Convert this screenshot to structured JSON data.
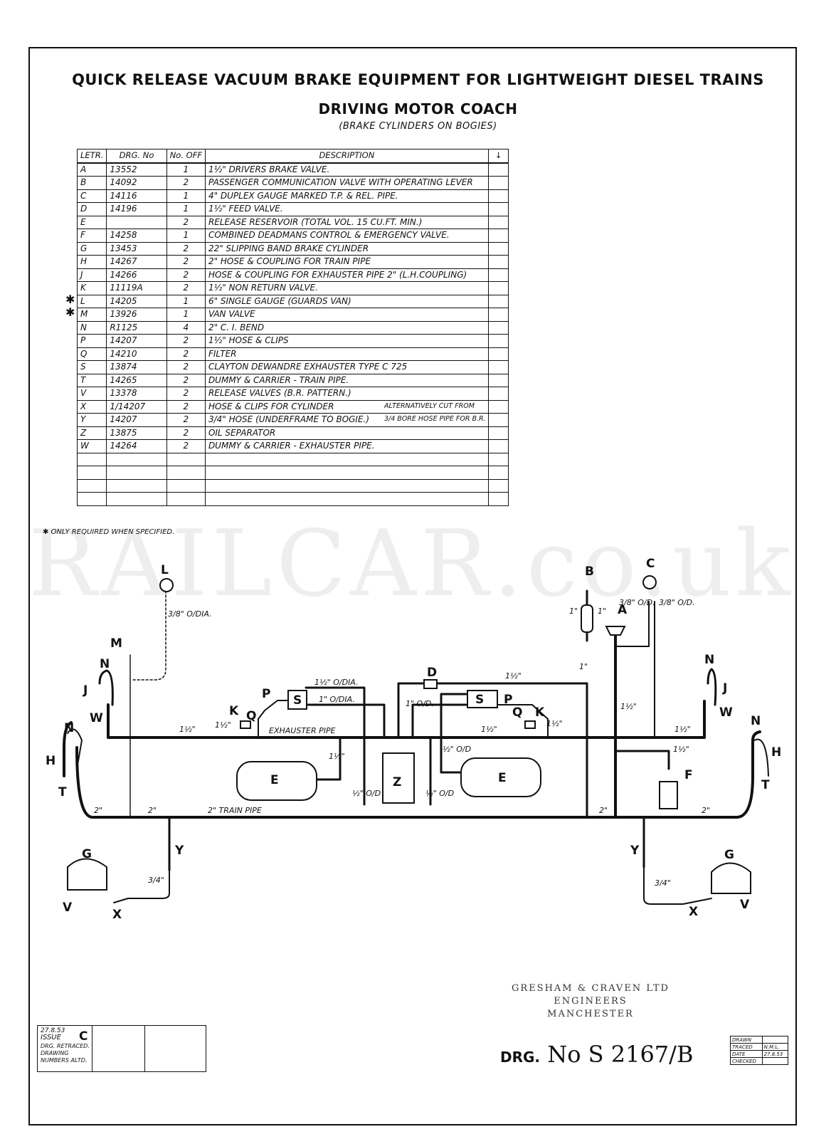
{
  "header": {
    "title": "QUICK RELEASE VACUUM BRAKE EQUIPMENT FOR LIGHTWEIGHT DIESEL TRAINS",
    "subtitle": "DRIVING MOTOR COACH",
    "note": "(BRAKE CYLINDERS ON BOGIES)"
  },
  "table": {
    "headers": [
      "LETR.",
      "DRG. No",
      "No. OFF",
      "DESCRIPTION",
      "↓"
    ],
    "rows": [
      {
        "let": "A",
        "drg": "13552",
        "off": "1",
        "desc": "1½\" DRIVERS BRAKE VALVE."
      },
      {
        "let": "B",
        "drg": "14092",
        "off": "2",
        "desc": "PASSENGER COMMUNICATION VALVE WITH OPERATING LEVER"
      },
      {
        "let": "C",
        "drg": "14116",
        "off": "1",
        "desc": "4\" DUPLEX GAUGE MARKED T.P. & REL. PIPE."
      },
      {
        "let": "D",
        "drg": "14196",
        "off": "1",
        "desc": "1½\" FEED VALVE."
      },
      {
        "let": "E",
        "drg": "",
        "off": "2",
        "desc": "RELEASE RESERVOIR (TOTAL VOL. 15 CU.FT. MIN.)"
      },
      {
        "let": "F",
        "drg": "14258",
        "off": "1",
        "desc": "COMBINED DEADMANS CONTROL & EMERGENCY VALVE."
      },
      {
        "let": "G",
        "drg": "13453",
        "off": "2",
        "desc": "22\" SLIPPING BAND BRAKE CYLINDER"
      },
      {
        "let": "H",
        "drg": "14267",
        "off": "2",
        "desc": "2\" HOSE & COUPLING FOR TRAIN PIPE"
      },
      {
        "let": "J",
        "drg": "14266",
        "off": "2",
        "desc": "HOSE & COUPLING FOR EXHAUSTER PIPE 2\" (L.H.COUPLING)"
      },
      {
        "let": "K",
        "drg": "11119A",
        "off": "2",
        "desc": "1½\" NON RETURN VALVE."
      },
      {
        "let": "L",
        "drg": "14205",
        "off": "1",
        "desc": "6\" SINGLE GAUGE (GUARDS VAN)"
      },
      {
        "let": "M",
        "drg": "13926",
        "off": "1",
        "desc": "VAN VALVE"
      },
      {
        "let": "N",
        "drg": "R1125",
        "off": "4",
        "desc": "2\" C. I. BEND"
      },
      {
        "let": "P",
        "drg": "14207",
        "off": "2",
        "desc": "1½\" HOSE & CLIPS"
      },
      {
        "let": "Q",
        "drg": "14210",
        "off": "2",
        "desc": "FILTER"
      },
      {
        "let": "S",
        "drg": "13874",
        "off": "2",
        "desc": "CLAYTON DEWANDRE EXHAUSTER TYPE C 725"
      },
      {
        "let": "T",
        "drg": "14265",
        "off": "2",
        "desc": "DUMMY & CARRIER - TRAIN PIPE."
      },
      {
        "let": "V",
        "drg": "13378",
        "off": "2",
        "desc": "RELEASE VALVES (B.R. PATTERN.)"
      },
      {
        "let": "X",
        "drg": "1/14207",
        "off": "2",
        "desc": "HOSE & CLIPS FOR CYLINDER"
      },
      {
        "let": "Y",
        "drg": "14207",
        "off": "2",
        "desc": "3/4\" HOSE (UNDERFRAME TO BOGIE.)"
      },
      {
        "let": "Z",
        "drg": "13875",
        "off": "2",
        "desc": "OIL SEPARATOR"
      },
      {
        "let": "W",
        "drg": "14264",
        "off": "2",
        "desc": "DUMMY & CARRIER - EXHAUSTER PIPE."
      },
      {
        "let": "",
        "drg": "",
        "off": "",
        "desc": ""
      },
      {
        "let": "",
        "drg": "",
        "off": "",
        "desc": ""
      },
      {
        "let": "",
        "drg": "",
        "off": "",
        "desc": ""
      },
      {
        "let": "",
        "drg": "",
        "off": "",
        "desc": ""
      }
    ],
    "star_marks": [
      "✱",
      "✱"
    ],
    "alt_note_1": "ALTERNATIVELY CUT FROM",
    "alt_note_2": "3/4 BORE HOSE PIPE FOR B.R."
  },
  "footnote": "✱ ONLY REQUIRED WHEN SPECIFIED.",
  "watermark": "RAILCAR.co.uk",
  "diagram": {
    "labels": {
      "A": "A",
      "B": "B",
      "C": "C",
      "D": "D",
      "E": "E",
      "F": "F",
      "G": "G",
      "H": "H",
      "J": "J",
      "K": "K",
      "L": "L",
      "M": "M",
      "N": "N",
      "P": "P",
      "Q": "Q",
      "S": "S",
      "T": "T",
      "V": "V",
      "W": "W",
      "X": "X",
      "Y": "Y",
      "Z": "Z"
    },
    "sizes": {
      "train_pipe": "2\" TRAIN PIPE",
      "exhauster_pipe": "EXHAUSTER PIPE",
      "two_inch": "2\"",
      "one_half": "1½\"",
      "one_inch": "1\"",
      "one_half_dia": "1½\" O/DIA.",
      "one_dia": "1\" O/DIA.",
      "one_od": "1\" O/D.",
      "half_od": "½\" O/D",
      "three_eighth_dia": "3/8\" O/DIA.",
      "three_eighth_od": "3/8\" O/D.",
      "three_quarter": "3/4\""
    }
  },
  "maker": {
    "line1": "GRESHAM & CRAVEN LTD",
    "line2": "ENGINEERS",
    "line3": "MANCHESTER"
  },
  "issue": {
    "date": "27.8.53",
    "label": "ISSUE",
    "letter": "C",
    "note": "DRG. RETRACED. DRAWING NUMBERS ALTD."
  },
  "drawing_number": {
    "prefix": "DRG.",
    "number": "No S 2167/B"
  },
  "signoff": [
    {
      "role": "DRAWN",
      "value": ""
    },
    {
      "role": "TRACED",
      "value": "N.M.L."
    },
    {
      "role": "DATE",
      "value": "27.8.53"
    },
    {
      "role": "CHECKED",
      "value": ""
    }
  ]
}
